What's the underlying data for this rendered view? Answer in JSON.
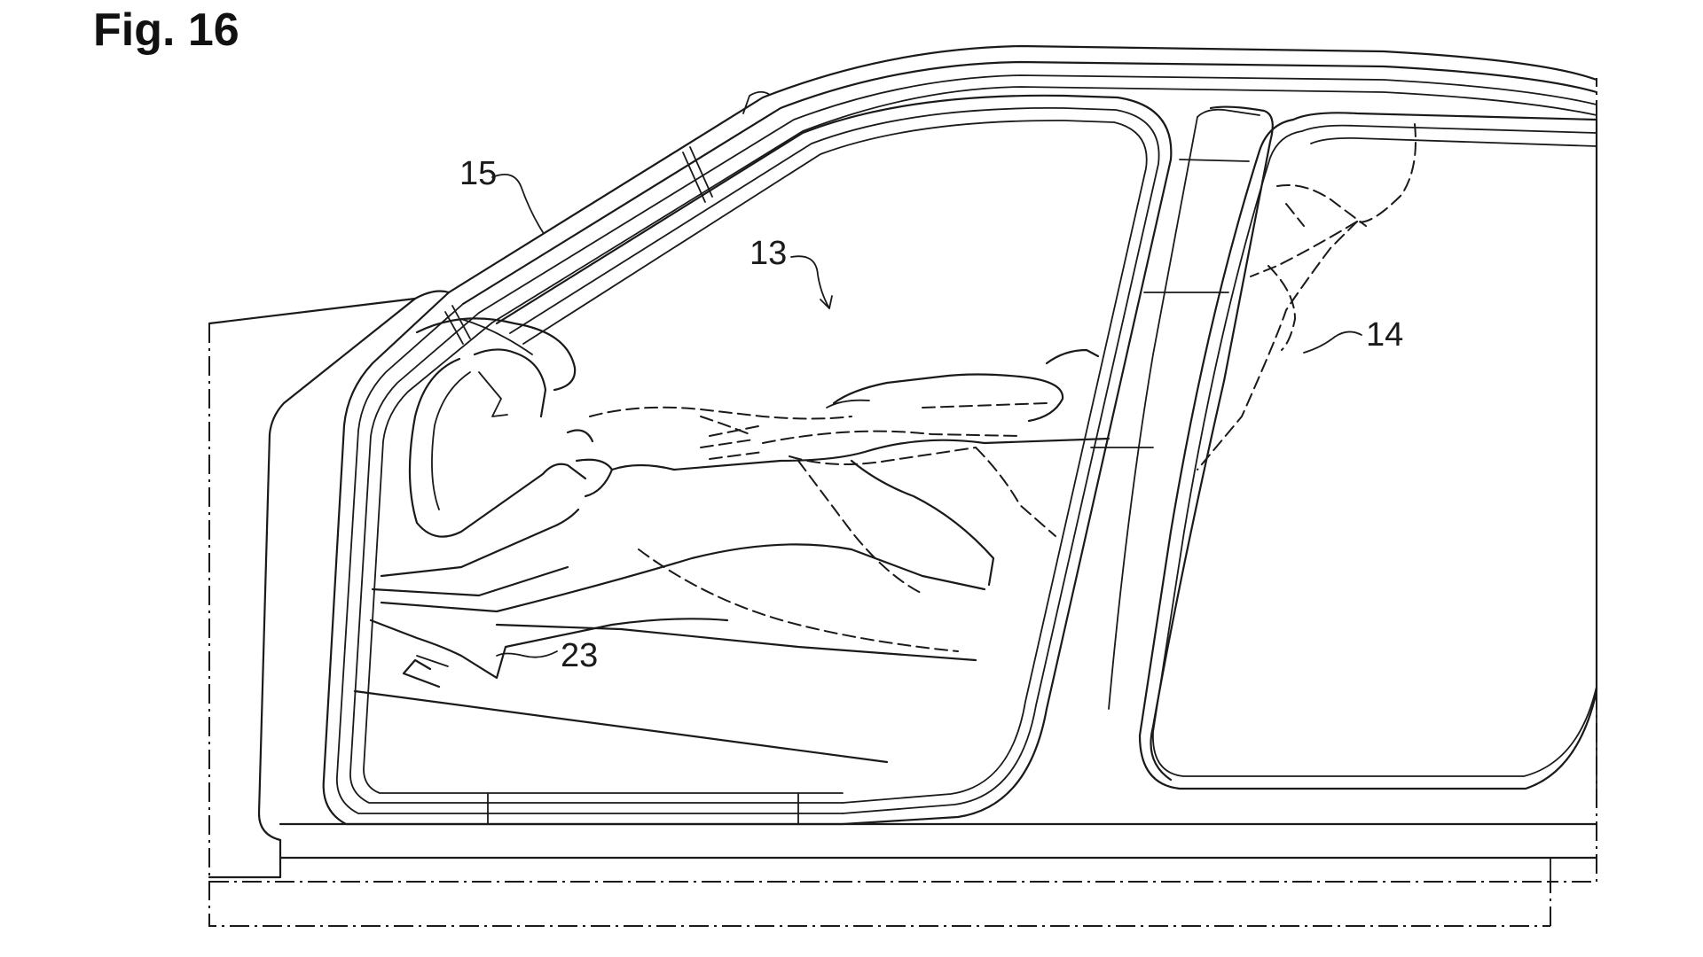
{
  "figure": {
    "title": "Fig. 16"
  },
  "callouts": [
    {
      "id": "15",
      "text": "15"
    },
    {
      "id": "13",
      "text": "13"
    },
    {
      "id": "14",
      "text": "14"
    },
    {
      "id": "23",
      "text": "23"
    }
  ],
  "colors": {
    "line": "#1a1a1a",
    "background": "#ffffff"
  }
}
